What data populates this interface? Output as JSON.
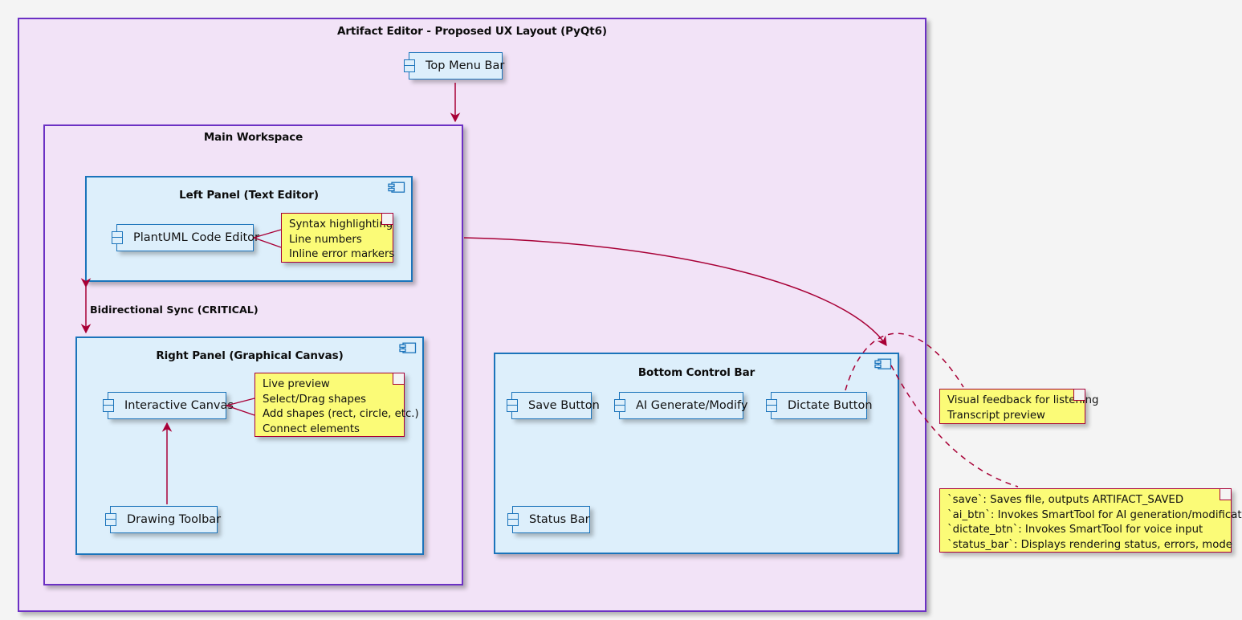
{
  "diagram": {
    "title": "Artifact Editor - Proposed UX Layout (PyQt6)",
    "colors": {
      "page_background": "#f4f4f4",
      "package_fill": "#f2e3f7",
      "package_border": "#6c31c4",
      "panel_fill": "#ddeffb",
      "panel_border": "#1b74bb",
      "note_fill": "#fbfb77",
      "note_border": "#a80036",
      "connector": "#a80036"
    }
  },
  "top_menu_bar": {
    "label": "Top Menu Bar"
  },
  "main_workspace": {
    "title": "Main Workspace",
    "left_panel": {
      "title": "Left Panel (Text Editor)",
      "component": "PlantUML Code Editor",
      "note": [
        "Syntax highlighting",
        "Line numbers",
        "Inline error markers"
      ]
    },
    "right_panel": {
      "title": "Right Panel (Graphical Canvas)",
      "canvas": "Interactive Canvas",
      "toolbar": "Drawing Toolbar",
      "note": [
        "Live preview",
        "Select/Drag shapes",
        "Add shapes (rect, circle, etc.)",
        "Connect elements"
      ]
    },
    "sync_label": "Bidirectional Sync (CRITICAL)"
  },
  "bottom_control_bar": {
    "title": "Bottom Control Bar",
    "save_button": "Save Button",
    "ai_button": "AI Generate/Modify",
    "dictate_button": "Dictate Button",
    "status_bar": "Status Bar"
  },
  "notes": {
    "dictate_note": [
      "Visual feedback for listening",
      "Transcript preview"
    ],
    "controls_note": [
      "`save`: Saves file, outputs ARTIFACT_SAVED",
      "`ai_btn`: Invokes SmartTool for AI generation/modification",
      "`dictate_btn`: Invokes SmartTool for voice input",
      "`status_bar`: Displays rendering status, errors, mode"
    ]
  },
  "icons": {
    "component_icon": "component-icon",
    "note_fold": "note-fold-corner"
  }
}
